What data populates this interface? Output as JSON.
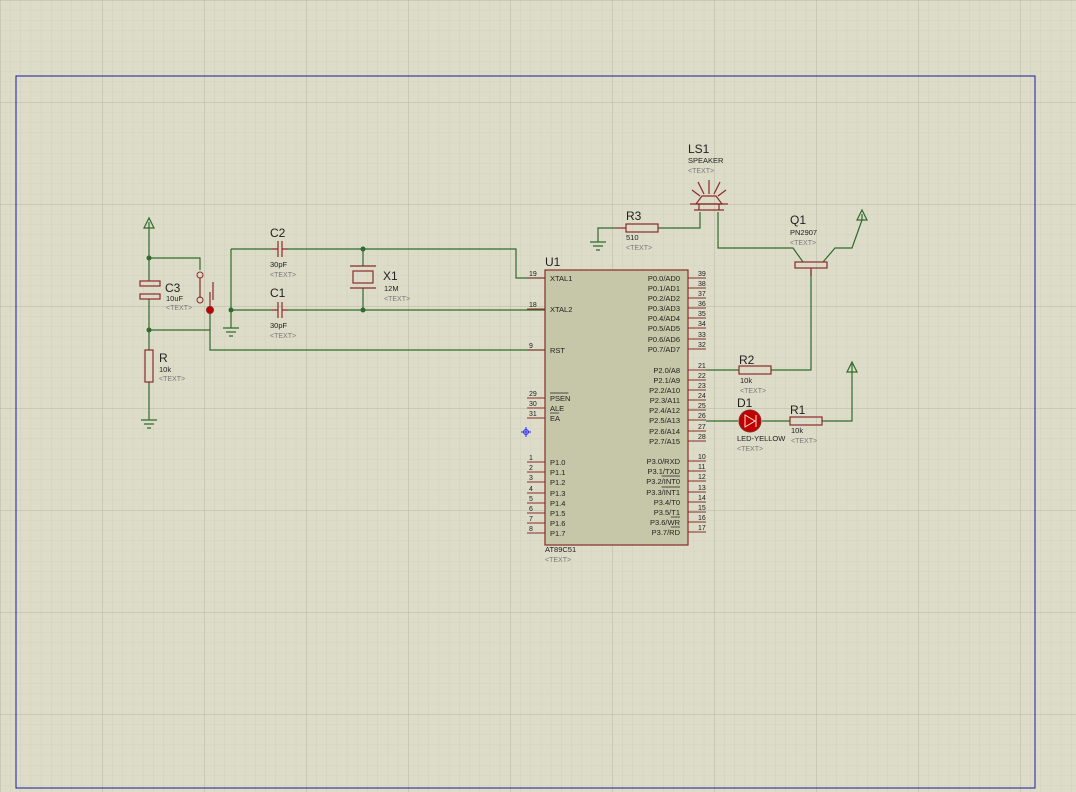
{
  "text_placeholder": "<TEXT>",
  "components": {
    "c3": {
      "ref": "C3",
      "value": "10uF"
    },
    "r": {
      "ref": "R",
      "value": "10k"
    },
    "c2": {
      "ref": "C2",
      "value": "30pF"
    },
    "c1": {
      "ref": "C1",
      "value": "30pF"
    },
    "x1": {
      "ref": "X1",
      "value": "12M"
    },
    "r3": {
      "ref": "R3",
      "value": "510"
    },
    "ls1": {
      "ref": "LS1",
      "value": "SPEAKER"
    },
    "q1": {
      "ref": "Q1",
      "value": "PN2907"
    },
    "r2": {
      "ref": "R2",
      "value": "10k"
    },
    "d1": {
      "ref": "D1",
      "value": "LED-YELLOW"
    },
    "r1": {
      "ref": "R1",
      "value": "10k"
    },
    "u1": {
      "ref": "U1",
      "value": "AT89C51"
    }
  },
  "u1_left_pins": [
    {
      "num": "19",
      "name": "XTAL1"
    },
    {
      "num": "18",
      "name": "XTAL2"
    },
    {
      "num": "9",
      "name": "RST"
    },
    {
      "num": "29",
      "name": "PSEN"
    },
    {
      "num": "30",
      "name": "ALE"
    },
    {
      "num": "31",
      "name": "EA"
    },
    {
      "num": "1",
      "name": "P1.0"
    },
    {
      "num": "2",
      "name": "P1.1"
    },
    {
      "num": "3",
      "name": "P1.2"
    },
    {
      "num": "4",
      "name": "P1.3"
    },
    {
      "num": "5",
      "name": "P1.4"
    },
    {
      "num": "6",
      "name": "P1.5"
    },
    {
      "num": "7",
      "name": "P1.6"
    },
    {
      "num": "8",
      "name": "P1.7"
    }
  ],
  "u1_right_pins": [
    {
      "num": "39",
      "name": "P0.0/AD0"
    },
    {
      "num": "38",
      "name": "P0.1/AD1"
    },
    {
      "num": "37",
      "name": "P0.2/AD2"
    },
    {
      "num": "36",
      "name": "P0.3/AD3"
    },
    {
      "num": "35",
      "name": "P0.4/AD4"
    },
    {
      "num": "34",
      "name": "P0.5/AD5"
    },
    {
      "num": "33",
      "name": "P0.6/AD6"
    },
    {
      "num": "32",
      "name": "P0.7/AD7"
    },
    {
      "num": "21",
      "name": "P2.0/A8"
    },
    {
      "num": "22",
      "name": "P2.1/A9"
    },
    {
      "num": "23",
      "name": "P2.2/A10"
    },
    {
      "num": "24",
      "name": "P2.3/A11"
    },
    {
      "num": "25",
      "name": "P2.4/A12"
    },
    {
      "num": "26",
      "name": "P2.5/A13"
    },
    {
      "num": "27",
      "name": "P2.6/A14"
    },
    {
      "num": "28",
      "name": "P2.7/A15"
    },
    {
      "num": "10",
      "name": "P3.0/RXD"
    },
    {
      "num": "11",
      "name": "P3.1/TXD"
    },
    {
      "num": "12",
      "name": "P3.2/INT0"
    },
    {
      "num": "13",
      "name": "P3.3/INT1"
    },
    {
      "num": "14",
      "name": "P3.4/T0"
    },
    {
      "num": "15",
      "name": "P3.5/T1"
    },
    {
      "num": "16",
      "name": "P3.6/WR"
    },
    {
      "num": "17",
      "name": "P3.7/RD"
    }
  ],
  "colors": {
    "background": "#dcdcc8",
    "grid_minor": "#c9c9b3",
    "grid_major": "#b8b8a0",
    "sheet_border": "#1a1aa0",
    "wire": "#2f6b2f",
    "component": "#8b2a2a",
    "chip_fill": "#c6c6a8",
    "placeholder_text": "#7a7a7a",
    "led": "#c00000"
  }
}
